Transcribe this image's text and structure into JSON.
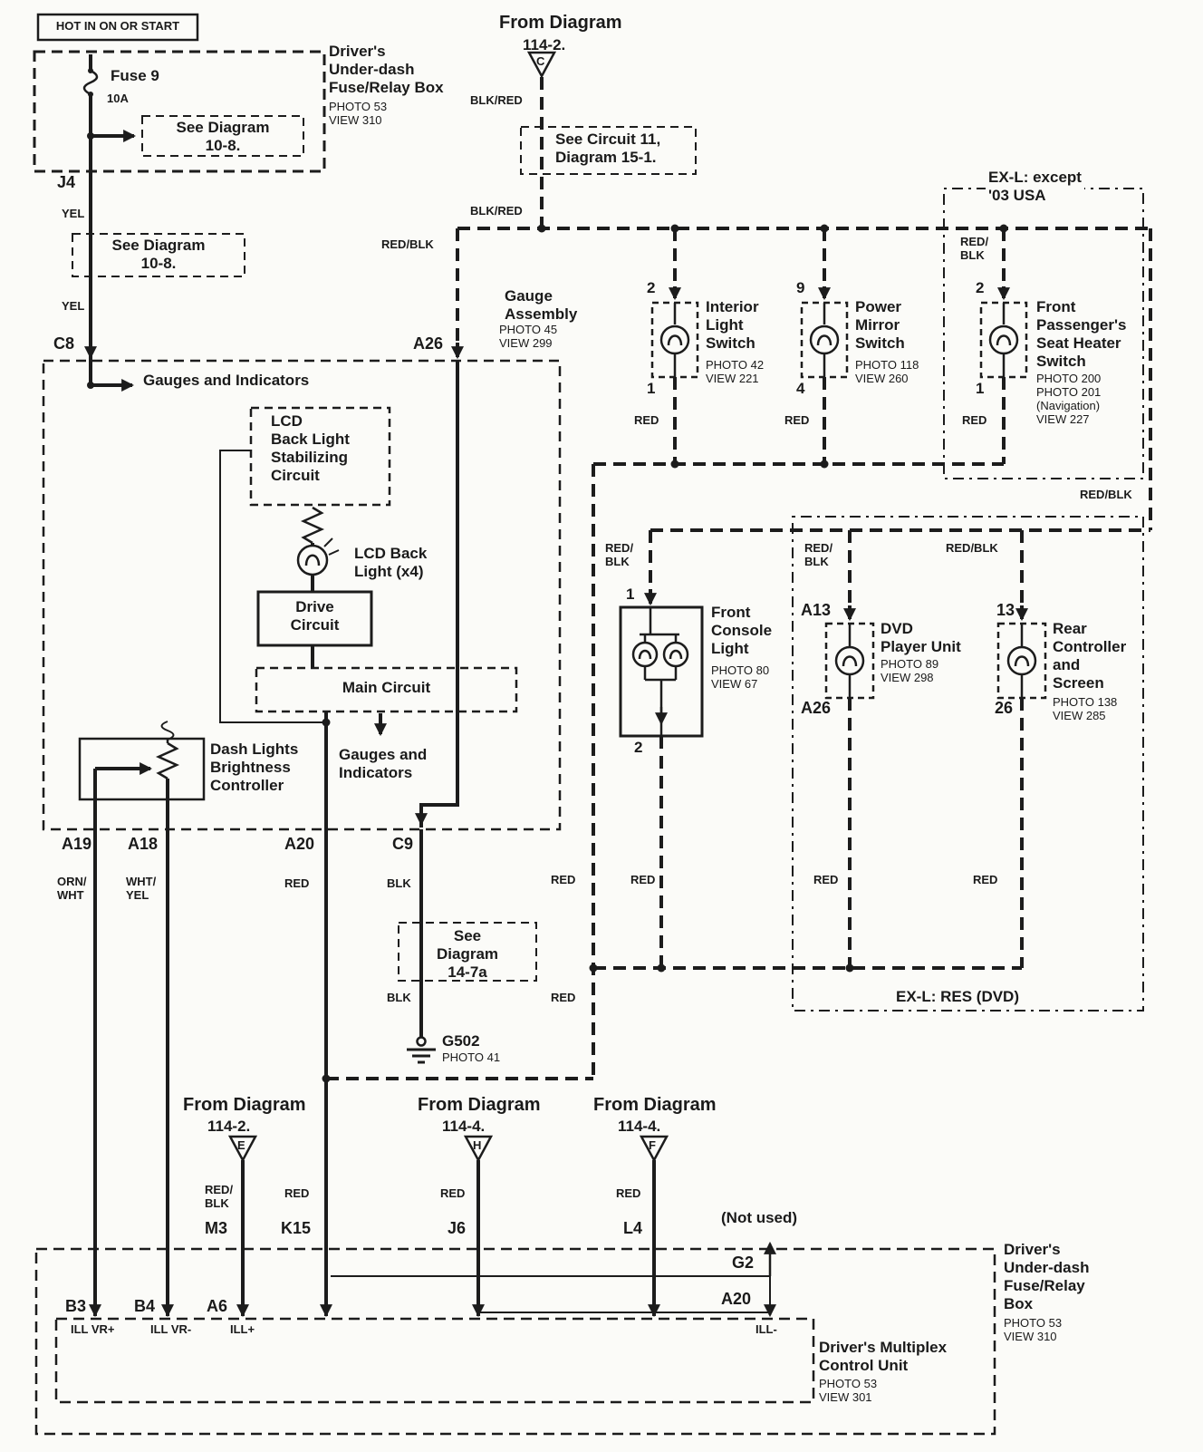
{
  "top_left": {
    "hot": "HOT IN ON OR START",
    "fuse": "Fuse 9",
    "fuse_rating": "10A",
    "see_diagram_1": "See Diagram\n10-8.",
    "relay_box_title": "Driver's\nUnder-dash\nFuse/Relay Box",
    "relay_box_photo": "PHOTO 53",
    "relay_box_view": "VIEW 310",
    "j4": "J4",
    "yel_1": "YEL",
    "see_diagram_2": "See Diagram\n10-8.",
    "yel_2": "YEL",
    "c8": "C8"
  },
  "feed": {
    "from_diagram": "From Diagram",
    "from_ref": "114-2.",
    "tri": "C",
    "blk_red_1": "BLK/RED",
    "see_circuit": "See Circuit 11,\nDiagram 15-1.",
    "blk_red_2": "BLK/RED",
    "red_blk_a26": "RED/BLK"
  },
  "gauge": {
    "title": "Gauge\nAssembly",
    "photo": "PHOTO 45",
    "view": "VIEW 299",
    "a26": "A26",
    "gauges_top": "Gauges and Indicators",
    "lcd_stab": "LCD\nBack Light\nStabilizing\nCircuit",
    "lcd_back": "LCD Back\nLight (x4)",
    "drive": "Drive\nCircuit",
    "main": "Main Circuit",
    "dash_lights": "Dash Lights\nBrightness\nController",
    "gauges_bottom": "Gauges and\nIndicators",
    "a19": "A19",
    "a18": "A18",
    "a20": "A20",
    "c9": "C9",
    "orn_wht": "ORN/\nWHT",
    "wht_yel": "WHT/\nYEL",
    "red": "RED",
    "blk": "BLK",
    "see_diagram_147a": "See\nDiagram\n14-7a",
    "blk_2": "BLK",
    "g502": "G502",
    "g502_photo": "PHOTO 41"
  },
  "switches": {
    "interior": {
      "pin_top": "2",
      "pin_bottom": "1",
      "name": "Interior\nLight\nSwitch",
      "photo": "PHOTO 42",
      "view": "VIEW 221",
      "wire": "RED"
    },
    "mirror": {
      "pin_top": "9",
      "pin_bottom": "4",
      "name": "Power\nMirror\nSwitch",
      "photo": "PHOTO 118",
      "view": "VIEW 260",
      "wire": "RED"
    },
    "seat_heater": {
      "region": "EX-L: except\n'03 USA",
      "wire_top": "RED/\nBLK",
      "pin_top": "2",
      "pin_bottom": "1",
      "name": "Front\nPassenger's\nSeat Heater\nSwitch",
      "photo1": "PHOTO 200",
      "photo2": "PHOTO 201",
      "nav": "(Navigation)",
      "view": "VIEW 227",
      "wire": "RED",
      "red_blk": "RED/BLK"
    }
  },
  "rear_section": {
    "console": {
      "wire_top": "RED/\nBLK",
      "pin_top": "1",
      "pin_bottom": "2",
      "name": "Front\nConsole\nLight",
      "photo": "PHOTO 80",
      "view": "VIEW 67",
      "wire": "RED"
    },
    "dvd": {
      "wire_top": "RED/\nBLK",
      "pin_top": "A13",
      "pin_bottom": "A26",
      "name": "DVD\nPlayer Unit",
      "photo": "PHOTO 89",
      "view": "VIEW 298",
      "wire": "RED"
    },
    "rear": {
      "wire_top": "RED/BLK",
      "pin_top": "13",
      "pin_bottom": "26",
      "name": "Rear\nController\nand\nScreen",
      "photo": "PHOTO 138",
      "view": "VIEW 285",
      "wire": "RED"
    },
    "bus_red": "RED",
    "bus_red_2": "RED",
    "region": "EX-L: RES (DVD)"
  },
  "bottom": {
    "from_e": {
      "from": "From Diagram",
      "ref": "114-2.",
      "tri": "E",
      "wire": "RED/\nBLK",
      "pin": "M3"
    },
    "k15": {
      "wire": "RED",
      "pin": "K15"
    },
    "from_h": {
      "from": "From Diagram",
      "ref": "114-4.",
      "tri": "H",
      "wire": "RED",
      "pin": "J6"
    },
    "from_f": {
      "from": "From Diagram",
      "ref": "114-4.",
      "tri": "F",
      "wire": "RED",
      "pin": "L4"
    },
    "not_used": "(Not used)",
    "g2": "G2",
    "a20": "A20",
    "relay_box_title": "Driver's\nUnder-dash\nFuse/Relay\nBox",
    "relay_photo": "PHOTO 53",
    "relay_view": "VIEW 310",
    "multiplex_title": "Driver's Multiplex\nControl Unit",
    "multiplex_photo": "PHOTO 53",
    "multiplex_view": "VIEW 301",
    "b3": "B3",
    "b4": "B4",
    "a6": "A6",
    "ill_vr_plus": "ILL VR+",
    "ill_vr_minus": "ILL VR-",
    "ill_plus": "ILL+",
    "ill_minus": "ILL-"
  }
}
